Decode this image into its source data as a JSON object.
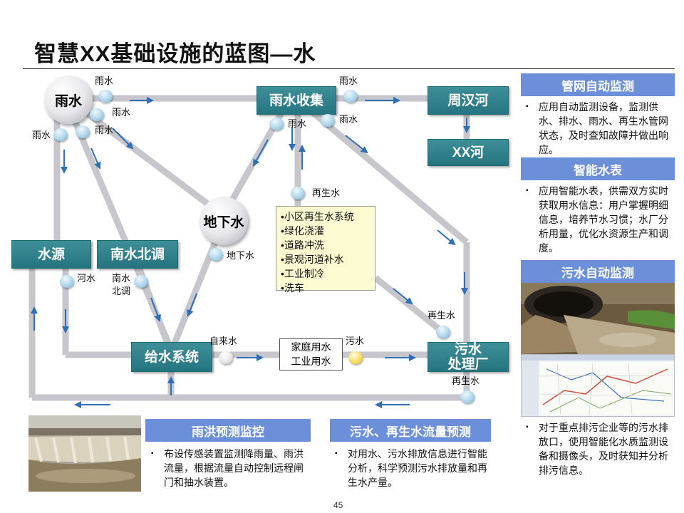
{
  "title": "智慧XX基础设施的蓝图—水",
  "nodes": {
    "rain": "雨水",
    "rain_collect": "雨水收集",
    "zhouhan_river": "周汉河",
    "xx_river": "XX河",
    "groundwater": "地下水",
    "water_source": "水源",
    "south_north": "南水北调",
    "supply_system": "给水系统",
    "sewage_plant_l1": "污水",
    "sewage_plant_l2": "处理厂"
  },
  "flow_labels": {
    "rain_1": "雨水",
    "rain_2": "雨水",
    "rain_3": "雨水",
    "rain_4": "雨水",
    "rain_5": "雨水",
    "rain_6": "雨水",
    "rain_7": "雨水",
    "reclaimed_1": "再生水",
    "reclaimed_2": "再生水",
    "reclaimed_3": "再生水",
    "groundwater": "地下水",
    "river_water": "河水",
    "south_north_l1": "南水",
    "south_north_l2": "北调",
    "tap_water": "自来水",
    "sewage": "污水"
  },
  "reclaimed_uses": [
    "•小区再生水系统",
    "•绿化浇灌",
    "•道路冲洗",
    "•景观河道补水",
    "•工业制冷",
    "•洗车"
  ],
  "usage_box": {
    "line1": "家庭用水",
    "line2": "工业用水"
  },
  "panels": {
    "pipe": {
      "header": "管网自动监测",
      "bullet": "▪",
      "text": "应用自动监测设备，监测供水、排水、雨水、再生水管网状态，及时查知故障并做出响应。"
    },
    "meter": {
      "header": "智能水表",
      "bullet": "▪",
      "text": "应用智能水表，供需双方实时获取用水信息：用户掌握明细信息，培养节水习惯；水厂分析用量，优化水资源生产和调度。"
    },
    "sewage": {
      "header": "污水自动监测",
      "bullet": "▪",
      "text": "对于重点排污企业等的污水排放口，使用智能化水质监测设备和摄像头，及时获知并分析排污信息。"
    },
    "flood": {
      "header": "雨洪预测监控",
      "bullet": "▪",
      "text": "布设传感装置监测降雨量、雨洪流量，根据流量自动控制远程闸门和抽水装置。"
    },
    "forecast": {
      "header": "污水、再生水流量预测",
      "bullet": "▪",
      "text": "对用水、污水排放信息进行智能分析，科学预测污水排放量和再生水产量。"
    }
  },
  "page_number": "45",
  "colors": {
    "node": "#2b7f89",
    "panel_header": "#6b8fd9",
    "flow_line": "#c6c6cc",
    "arrow": "#2f6fb5",
    "note": "#fdfbd2"
  }
}
